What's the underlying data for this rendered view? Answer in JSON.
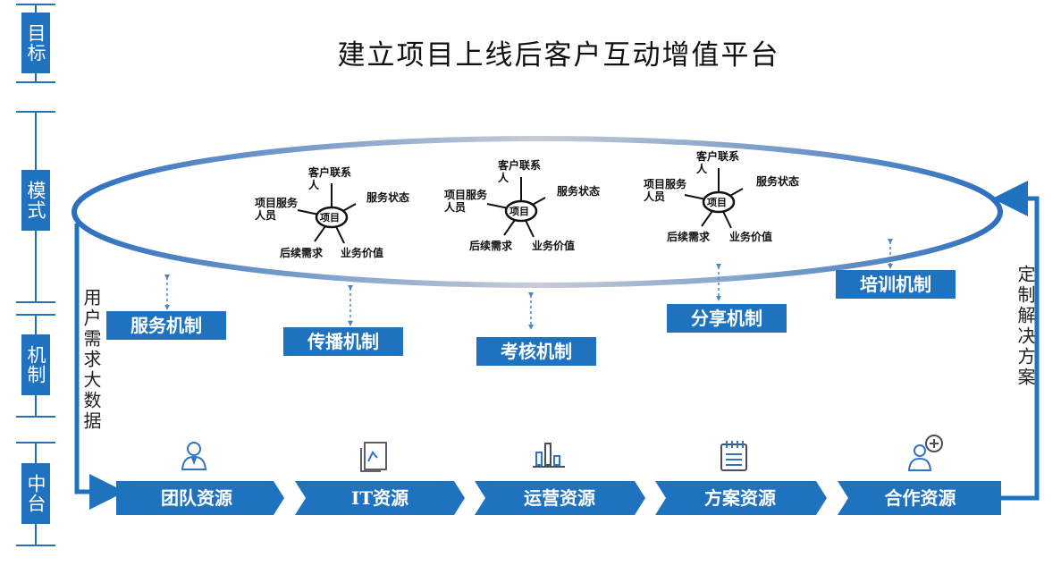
{
  "title": "建立项目上线后客户互动增值平台",
  "side_labels": [
    "目标",
    "模式",
    "机制",
    "中台"
  ],
  "left_label": "用户需求大数据",
  "right_label": "定制解决方案",
  "mechanisms": [
    "服务机制",
    "传播机制",
    "考核机制",
    "分享机制",
    "培训机制"
  ],
  "resources": [
    "团队资源",
    "IT资源",
    "运营资源",
    "方案资源",
    "合作资源"
  ],
  "resource_icons": [
    "team-icon",
    "document-icon",
    "bar-chart-icon",
    "notepad-icon",
    "add-user-icon"
  ],
  "hub": {
    "center": "项目",
    "top": "客户联系人",
    "right": "服务状态",
    "left": "项目服务人员",
    "bottom_left": "后续需求",
    "bottom_right": "业务价值"
  },
  "colors": {
    "primary": "#1f72bd",
    "ellipse_light": "#c8ccd6"
  }
}
